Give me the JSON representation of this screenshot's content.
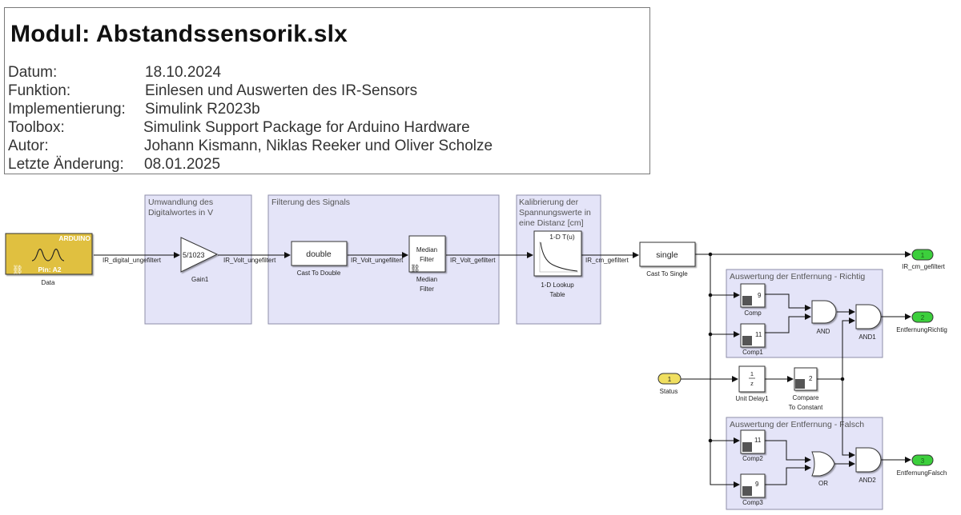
{
  "info": {
    "title": "Modul: Abstandssensorik.slx",
    "rows": [
      {
        "key": "Datum:",
        "value": "18.10.2024"
      },
      {
        "key": "Funktion:",
        "value": "Einlesen und Auswerten des IR-Sensors"
      },
      {
        "key": "Implementierung:",
        "value": "Simulink R2023b"
      },
      {
        "key": "Toolbox:",
        "value": "Simulink Support Package for Arduino Hardware"
      },
      {
        "key": "Autor:",
        "value": "Johann Kismann, Niklas Reeker und Oliver Scholze"
      },
      {
        "key": "Letzte Änderung:",
        "value": "08.01.2025"
      }
    ]
  },
  "areas": {
    "umwandlung": {
      "line1": "Umwandlung des",
      "line2": "Digitalwortes in V"
    },
    "filterung": {
      "line1": "Filterung des Signals"
    },
    "kalibrierung": {
      "line1": "Kalibrierung der",
      "line2": "Spannungswerte in",
      "line3": "eine Distanz [cm]"
    },
    "richtig": {
      "line1": "Auswertung der Entfernung - Richtig"
    },
    "falsch": {
      "line1": "Auswertung der Entfernung - Falsch"
    }
  },
  "blocks": {
    "arduino": {
      "header": "ARDUINO",
      "pin": "Pin: A2",
      "name": "Data"
    },
    "gain": {
      "value": "5/1023",
      "name": "Gain1"
    },
    "cast_double": {
      "value": "double",
      "name": "Cast To Double"
    },
    "median": {
      "line1": "Median",
      "line2": "Filter",
      "name1": "Median",
      "name2": "Filter"
    },
    "lookup": {
      "header": "1-D T(u)",
      "name1": "1-D Lookup",
      "name2": "Table"
    },
    "cast_single": {
      "value": "single",
      "name": "Cast To Single"
    },
    "comp": {
      "value": "9",
      "name": "Comp"
    },
    "comp1": {
      "value": "11",
      "name": "Comp1"
    },
    "comp2": {
      "value": "11",
      "name": "Comp2"
    },
    "comp3": {
      "value": "9",
      "name": "Comp3"
    },
    "and": {
      "name": "AND"
    },
    "and1": {
      "name": "AND1"
    },
    "and2": {
      "name": "AND2"
    },
    "or": {
      "name": "OR"
    },
    "unit_delay": {
      "num": "1",
      "den": "z",
      "name": "Unit Delay1"
    },
    "compare_const": {
      "value": "2",
      "name1": "Compare",
      "name2": "To Constant"
    },
    "inport_status": {
      "number": "1",
      "name": "Status"
    },
    "out1": {
      "number": "1",
      "name": "IR_cm_gefiltert"
    },
    "out2": {
      "number": "2",
      "name": "EntfernungRichtig"
    },
    "out3": {
      "number": "3",
      "name": "EntfernungFalsch"
    }
  },
  "signals": {
    "s1": "IR_digital_ungefiltert",
    "s2": "IR_Volt_ungefiltert",
    "s3": "IR_Volt_ungefiltert",
    "s4": "IR_Volt_gefiltert",
    "s5": "IR_cm_gefiltert"
  },
  "colors": {
    "area_fill": "#e4e4f8",
    "area_border": "#8e8ea8",
    "arduino_fill": "#e0c040",
    "inport_fill": "#f0df60",
    "outport_fill": "#3ccf3c"
  }
}
